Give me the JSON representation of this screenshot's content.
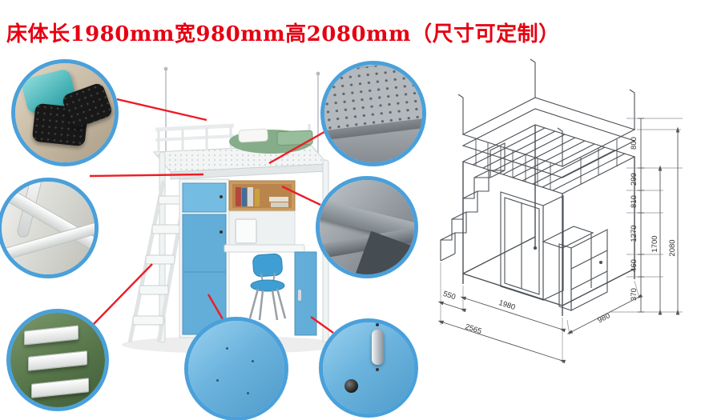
{
  "title": "床体长1980mm宽980mm高2080mm（尺寸可定制）",
  "colors": {
    "title_red": "#e60012",
    "connector_red": "#ee1c25",
    "callout_ring_blue": "#4aa0da",
    "cabinet_blue": "#62aed8",
    "frame_white": "#f3f5f5"
  },
  "callouts": {
    "foot_pad": "corner-foot-pads-photo",
    "frame_tube": "bed-frame-tubes-photo",
    "ladder_step": "ladder-steps-photo",
    "perforated_panel": "perforated-bed-board-photo",
    "beam_corner": "steel-beam-joint-photo",
    "blue_panel": "blue-cabinet-panel-photo",
    "door_handle": "cabinet-door-handle-photo"
  },
  "tech_drawing": {
    "dim_800": "800",
    "dim_299": "299",
    "dim_810": "810",
    "dim_1270": "1270",
    "dim_460": "460",
    "dim_370": "370",
    "dim_1700": "1700",
    "dim_2080": "2080",
    "dim_550": "550",
    "dim_2565": "2565",
    "dim_1980": "1980",
    "dim_980": "980"
  }
}
